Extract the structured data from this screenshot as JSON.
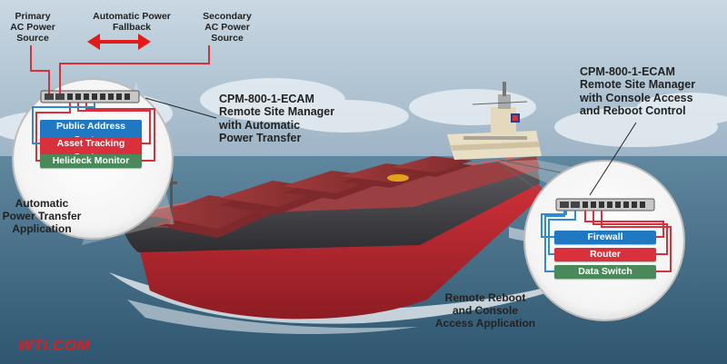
{
  "labels": {
    "primary_source": "Primary\nAC Power\nSource",
    "fallback": "Automatic Power\nFallback",
    "secondary_source": "Secondary\nAC Power\nSource",
    "left_device": "CPM-800-1-ECAM\nRemote Site Manager\nwith Automatic\nPower Transfer",
    "left_application": "Automatic\nPower Transfer\nApplication",
    "right_device": "CPM-800-1-ECAM\nRemote Site Manager\nwith Console Access\nand Reboot Control",
    "right_application": "Remote Reboot\nand Console\nAccess Application"
  },
  "left_devices": [
    {
      "label": "Public Address System",
      "color": "#1f78c1"
    },
    {
      "label": "Asset Tracking System",
      "color": "#d8313b"
    },
    {
      "label": "Helideck Monitor",
      "color": "#4a8a5a"
    }
  ],
  "right_devices": [
    {
      "label": "Firewall",
      "color": "#1f78c1"
    },
    {
      "label": "Router",
      "color": "#d8313b"
    },
    {
      "label": "Data Switch",
      "color": "#4a8a5a"
    }
  ],
  "brand": "WTI.COM",
  "colors": {
    "accent_red": "#e21a1a",
    "cable_red": "#d8313b",
    "cable_blue": "#2f8ad0",
    "hull_red": "#b8262f",
    "hull_dark": "#444448",
    "deck_red": "#8b2c2e",
    "sea": "#4f7a93",
    "sky": "#b8ccdb"
  },
  "icons": [
    "power-strip-icon",
    "double-arrow-icon"
  ]
}
